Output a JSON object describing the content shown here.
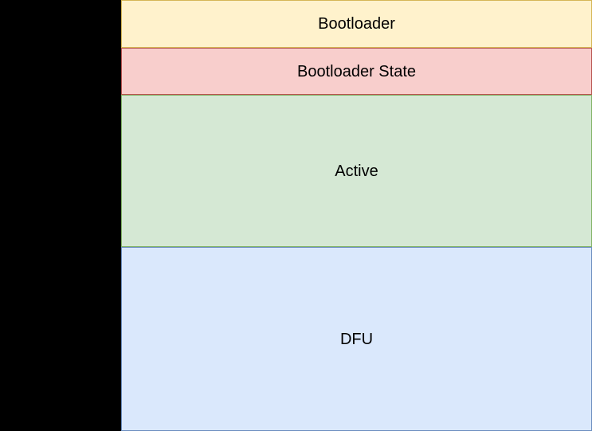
{
  "diagram": {
    "type": "memory-layout",
    "background_color": "#ffffff",
    "left_panel": {
      "color": "#000000"
    },
    "text_color": "#000000",
    "regions": [
      {
        "label": "Bootloader",
        "fill": "#FFF2CC",
        "border": "#D6B656"
      },
      {
        "label": "Bootloader State",
        "fill": "#F8CECC",
        "border": "#B85450"
      },
      {
        "label": "Active",
        "fill": "#D5E8D4",
        "border": "#82B366"
      },
      {
        "label": "DFU",
        "fill": "#DAE8FC",
        "border": "#6C8EBF"
      }
    ]
  }
}
